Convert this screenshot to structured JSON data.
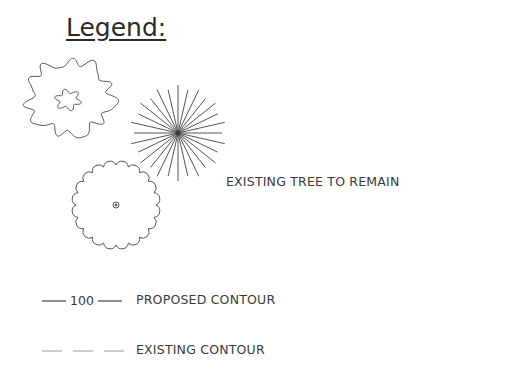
{
  "diagram": {
    "title": "Legend:",
    "labels": [
      "100"
    ],
    "legend": [
      {
        "text": "EXISTING TREE TO REMAIN"
      },
      {
        "text": "PROPOSED CONTOUR"
      },
      {
        "text": "EXISTING CONTOUR"
      }
    ]
  }
}
